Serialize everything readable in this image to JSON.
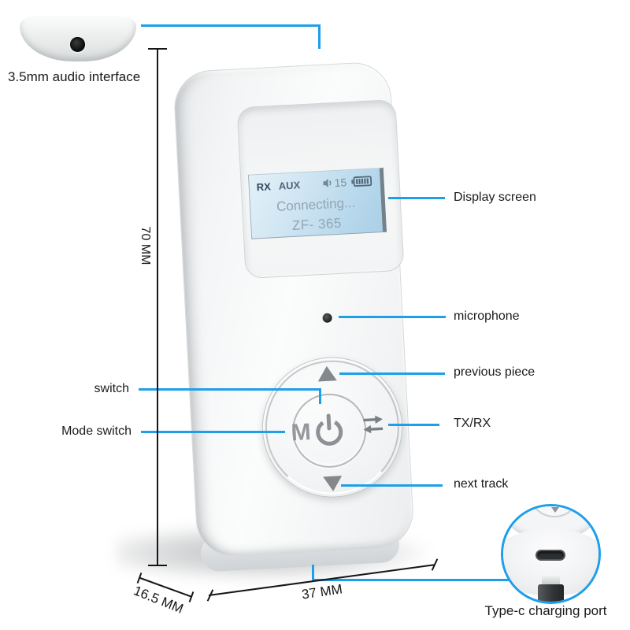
{
  "annotations": {
    "audio": "3.5mm audio interface",
    "display": "Display screen",
    "microphone": "microphone",
    "previous": "previous piece",
    "txrx": "TX/RX",
    "next": "next track",
    "switch": "switch",
    "mode_switch": "Mode switch",
    "typec": "Type-c charging port"
  },
  "dimensions": {
    "height": "70 MM",
    "depth": "16.5 MM",
    "width": "37 MM"
  },
  "screen": {
    "mode": "RX",
    "source": "AUX",
    "volume": "15",
    "line1": "Connecting...",
    "line2": "ZF- 365"
  },
  "buttons": {
    "mode": "M"
  },
  "icons": {
    "volume": "speaker-icon",
    "battery": "battery-icon",
    "power": "power-icon",
    "previous": "up-triangle-icon",
    "next": "down-triangle-icon",
    "txrx": "swap-arrows-icon",
    "microphone": "microphone-hole",
    "audio_jack": "audio-jack-hole",
    "typec_port": "type-c-port",
    "typec_plug": "type-c-plug"
  },
  "colors": {
    "accent_blue": "#1E9FE8",
    "dimension_black": "#161616",
    "screen_blue": "#bcd9ec",
    "screen_text_gray": "#93a5b2",
    "device_gray": "#f2f3f4"
  }
}
